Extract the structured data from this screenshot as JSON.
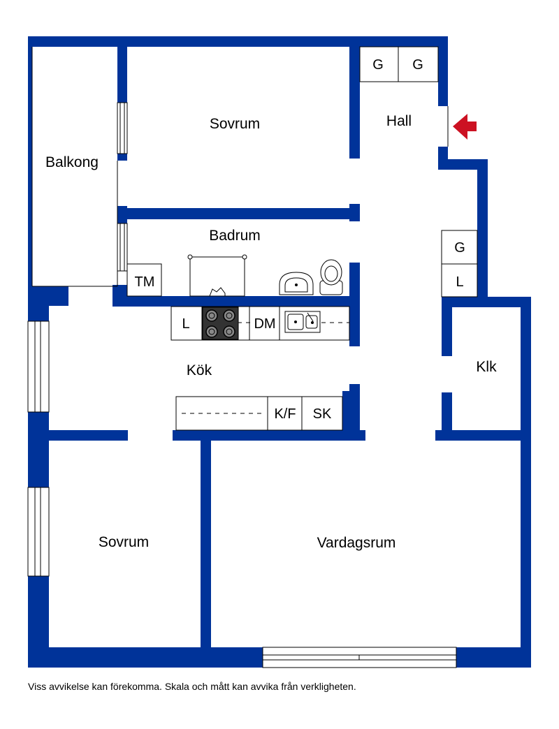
{
  "rooms": {
    "sovrum_top": "Sovrum",
    "hall": "Hall",
    "balkong": "Balkong",
    "badrum": "Badrum",
    "kok": "Kök",
    "klk": "Klk",
    "sovrum_bottom": "Sovrum",
    "vardagsrum": "Vardagsrum"
  },
  "fixtures": {
    "hall_wardrobe_1": "G",
    "hall_wardrobe_2": "G",
    "right_wardrobe_g": "G",
    "right_wardrobe_l": "L",
    "tvattmaskin": "TM",
    "kitchen_cabinet_l": "L",
    "diskmaskin": "DM",
    "kyl_frys": "K/F",
    "skafferi": "SK"
  },
  "colors": {
    "walls": "#003399",
    "entrance_arrow": "#cc1122"
  },
  "icons": [
    "entrance-arrow-icon",
    "stove-icon",
    "sink-icon",
    "washbasin-icon",
    "toilet-icon",
    "shower-icon"
  ],
  "disclaimer": "Viss avvikelse kan förekomma. Skala och mått kan avvika från verkligheten."
}
